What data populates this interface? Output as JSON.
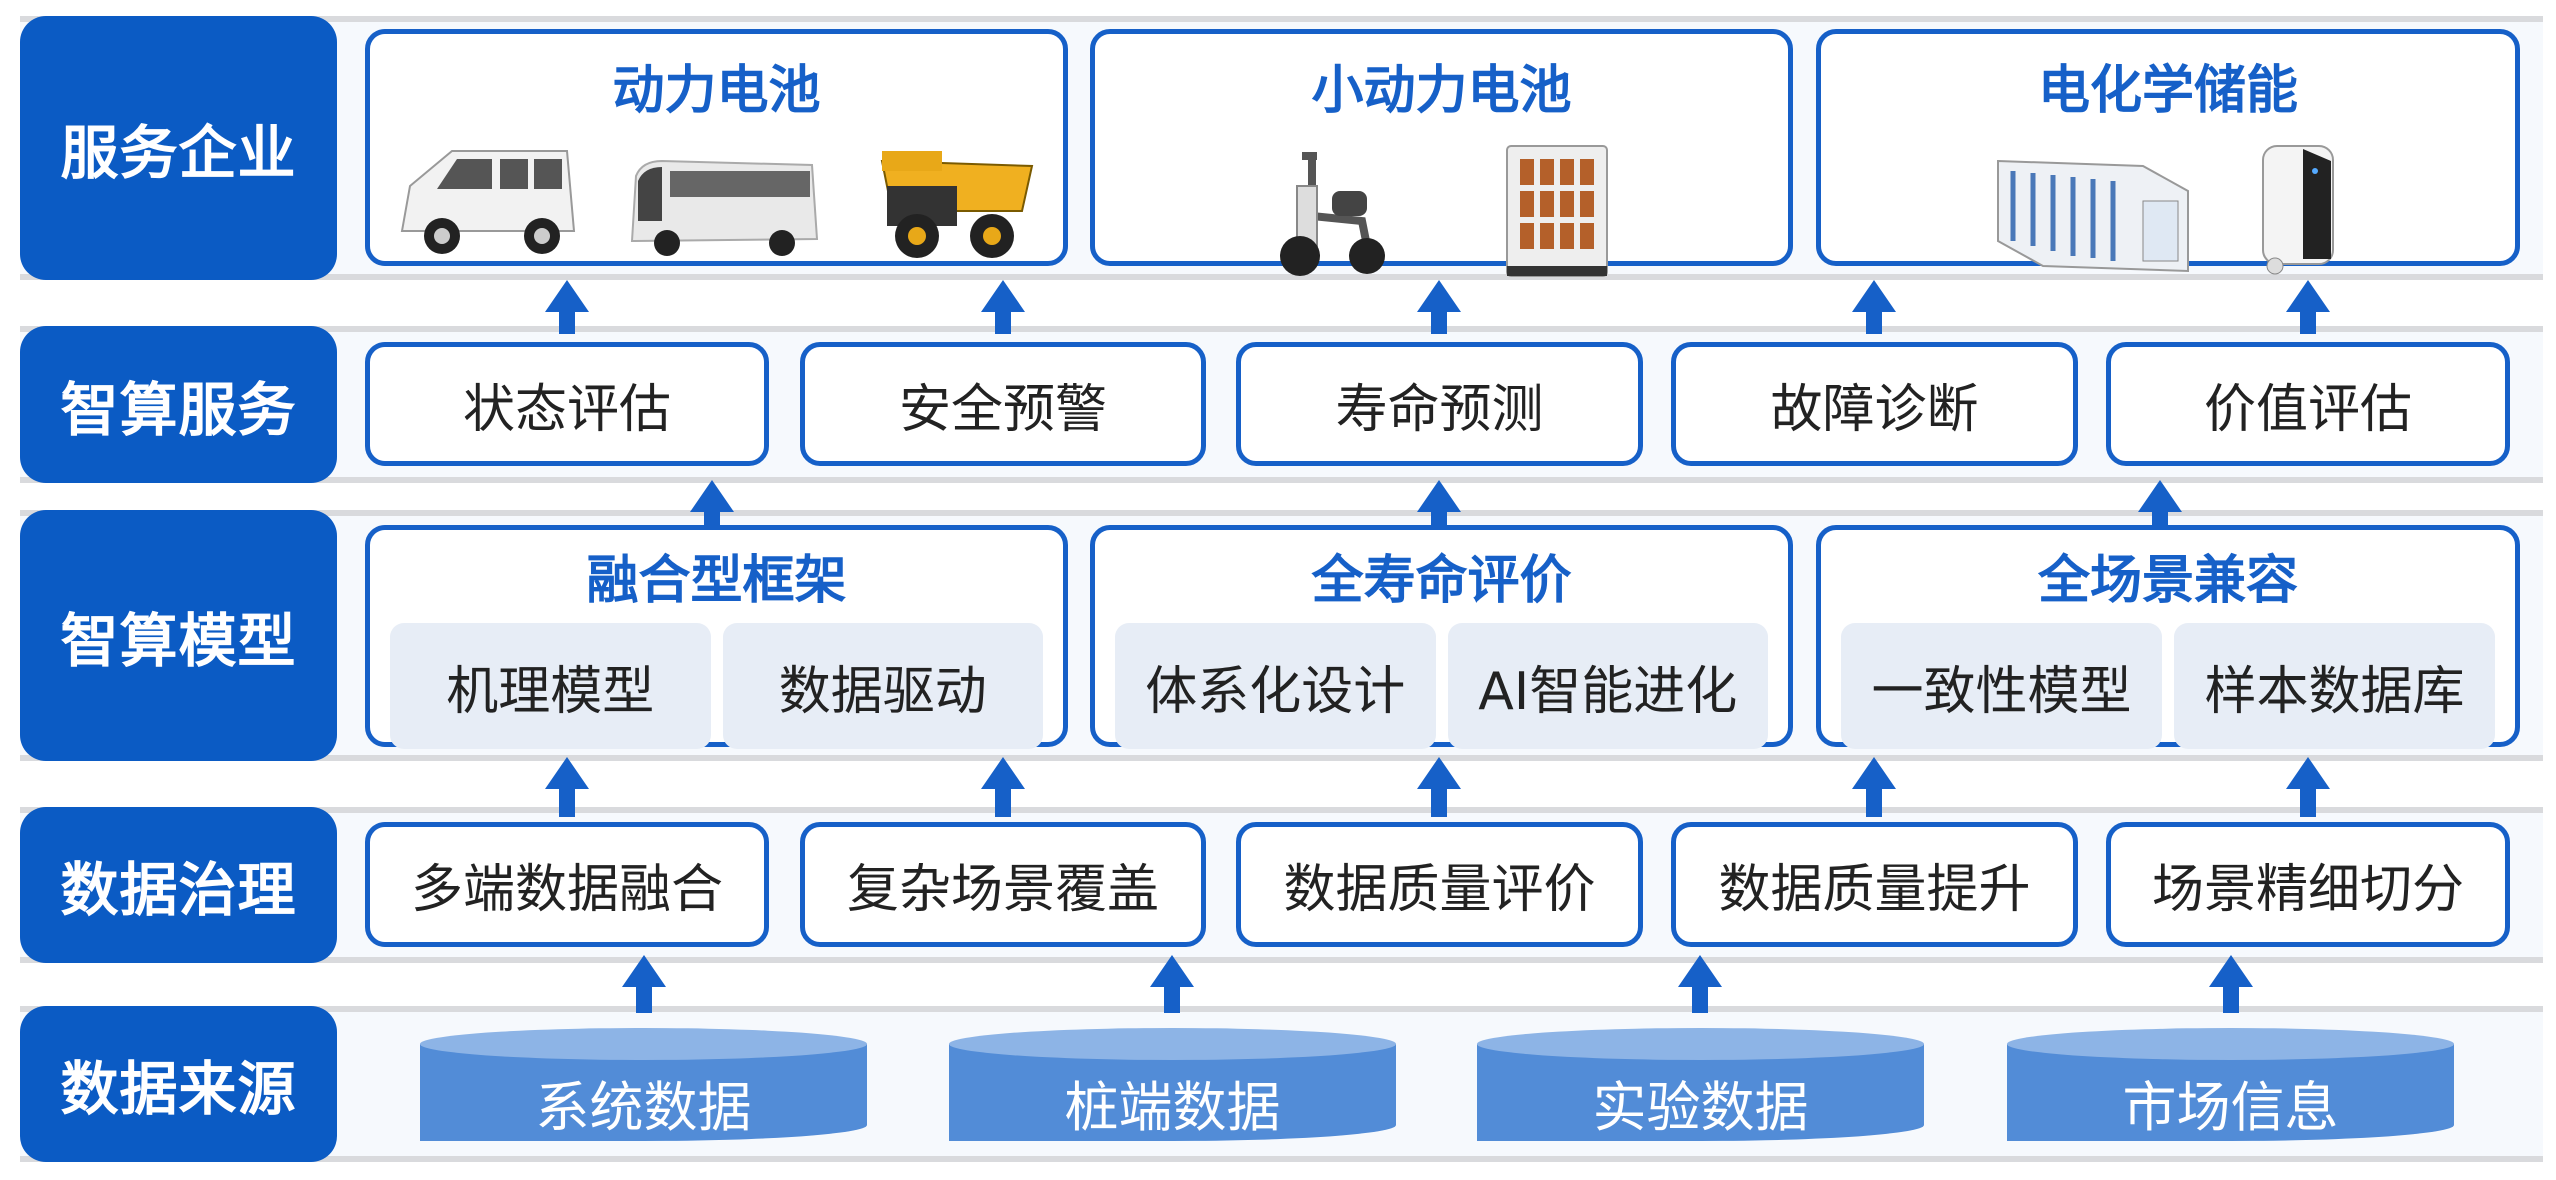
{
  "layers": [
    {
      "label": "服务企业"
    },
    {
      "label": "智算服务"
    },
    {
      "label": "智算模型"
    },
    {
      "label": "数据治理"
    },
    {
      "label": "数据来源"
    }
  ],
  "enterprises": [
    {
      "title": "动力电池",
      "images": [
        "van-icon",
        "bus-icon",
        "mining-truck-icon"
      ]
    },
    {
      "title": "小动力电池",
      "images": [
        "e-scooter-icon",
        "battery-swap-cabinet-icon"
      ]
    },
    {
      "title": "电化学储能",
      "images": [
        "storage-container-icon",
        "home-storage-unit-icon"
      ]
    }
  ],
  "services": [
    "状态评估",
    "安全预警",
    "寿命预测",
    "故障诊断",
    "价值评估"
  ],
  "models": [
    {
      "title": "融合型框架",
      "items": [
        "机理模型",
        "数据驱动"
      ]
    },
    {
      "title": "全寿命评价",
      "items": [
        "体系化设计",
        "AI智能进化"
      ]
    },
    {
      "title": "全场景兼容",
      "items": [
        "一致性模型",
        "样本数据库"
      ]
    }
  ],
  "governance": [
    "多端数据融合",
    "复杂场景覆盖",
    "数据质量评价",
    "数据质量提升",
    "场景精细切分"
  ],
  "sources": [
    "系统数据",
    "桩端数据",
    "实验数据",
    "市场信息"
  ],
  "colors": {
    "primary": "#0b5bc4",
    "border": "#1660c8",
    "cylinder": "#528cd7",
    "sub_box": "#e7edf6"
  }
}
